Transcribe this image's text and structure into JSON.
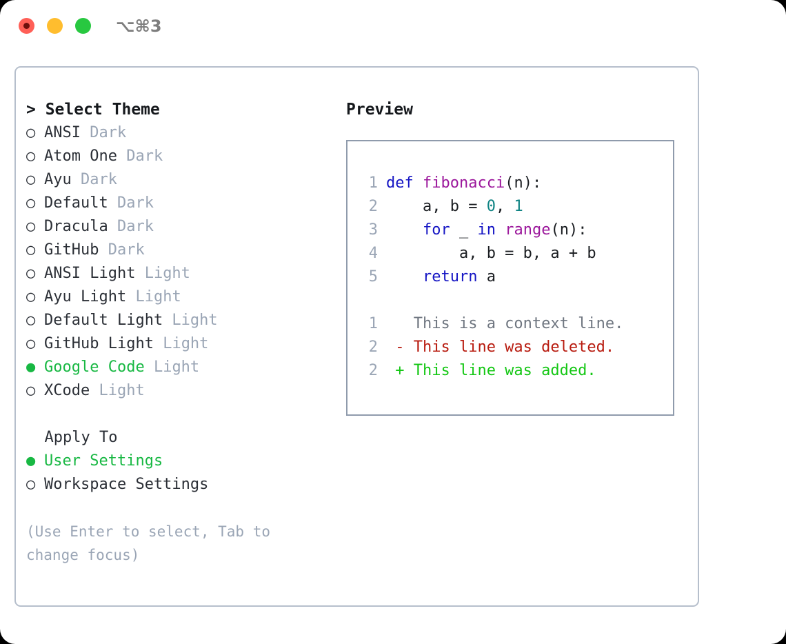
{
  "window": {
    "title_shortcut": "⌥⌘3",
    "traffic_lights": [
      {
        "name": "close",
        "color": "#ff5f57"
      },
      {
        "name": "minimize",
        "color": "#ffbd2e"
      },
      {
        "name": "maximize",
        "color": "#28c840"
      }
    ]
  },
  "theme_picker": {
    "header": "> Select Theme",
    "selected_marker": "●",
    "unselected_marker": "○",
    "accent_color": "#18b843",
    "items": [
      {
        "marker": "○",
        "name": "ANSI",
        "tag": "Dark",
        "selected": false
      },
      {
        "marker": "○",
        "name": "Atom One",
        "tag": "Dark",
        "selected": false
      },
      {
        "marker": "○",
        "name": "Ayu",
        "tag": "Dark",
        "selected": false
      },
      {
        "marker": "○",
        "name": "Default",
        "tag": "Dark",
        "selected": false
      },
      {
        "marker": "○",
        "name": "Dracula",
        "tag": "Dark",
        "selected": false
      },
      {
        "marker": "○",
        "name": "GitHub",
        "tag": "Dark",
        "selected": false
      },
      {
        "marker": "○",
        "name": "ANSI Light",
        "tag": "Light",
        "selected": false
      },
      {
        "marker": "○",
        "name": "Ayu Light",
        "tag": "Light",
        "selected": false
      },
      {
        "marker": "○",
        "name": "Default Light",
        "tag": "Light",
        "selected": false
      },
      {
        "marker": "○",
        "name": "GitHub Light",
        "tag": "Light",
        "selected": false
      },
      {
        "marker": "●",
        "name": "Google Code",
        "tag": "Light",
        "selected": true
      },
      {
        "marker": "○",
        "name": "XCode",
        "tag": "Light",
        "selected": false
      }
    ]
  },
  "apply_to": {
    "header": "  Apply To",
    "items": [
      {
        "marker": "●",
        "name": "User Settings",
        "tag": "",
        "selected": true
      },
      {
        "marker": "○",
        "name": "Workspace Settings",
        "tag": "",
        "selected": false
      }
    ]
  },
  "hint": "(Use Enter to select, Tab to change focus)",
  "preview": {
    "title": "Preview",
    "code_lines": [
      {
        "num": "1",
        "tokens": [
          {
            "t": "def ",
            "c": "kw"
          },
          {
            "t": "fibonacci",
            "c": "fn"
          },
          {
            "t": "(n):",
            "c": "plain"
          }
        ]
      },
      {
        "num": "2",
        "tokens": [
          {
            "t": "    a, b = ",
            "c": "plain"
          },
          {
            "t": "0",
            "c": "num"
          },
          {
            "t": ", ",
            "c": "plain"
          },
          {
            "t": "1",
            "c": "num"
          }
        ]
      },
      {
        "num": "3",
        "tokens": [
          {
            "t": "    ",
            "c": "plain"
          },
          {
            "t": "for",
            "c": "kw"
          },
          {
            "t": " _ ",
            "c": "plain"
          },
          {
            "t": "in",
            "c": "kw"
          },
          {
            "t": " ",
            "c": "plain"
          },
          {
            "t": "range",
            "c": "fn"
          },
          {
            "t": "(n):",
            "c": "plain"
          }
        ]
      },
      {
        "num": "4",
        "tokens": [
          {
            "t": "        a, b = b, a + b",
            "c": "plain"
          }
        ]
      },
      {
        "num": "5",
        "tokens": [
          {
            "t": "    ",
            "c": "plain"
          },
          {
            "t": "return",
            "c": "kw"
          },
          {
            "t": " a",
            "c": "plain"
          }
        ]
      }
    ],
    "diff_lines": [
      {
        "num": "1",
        "tokens": [
          {
            "t": "   This is a context line.",
            "c": "ctx"
          }
        ]
      },
      {
        "num": "2",
        "tokens": [
          {
            "t": " - This line was deleted.",
            "c": "del"
          }
        ]
      },
      {
        "num": "2",
        "tokens": [
          {
            "t": " + This line was added.",
            "c": "add"
          }
        ]
      }
    ]
  }
}
